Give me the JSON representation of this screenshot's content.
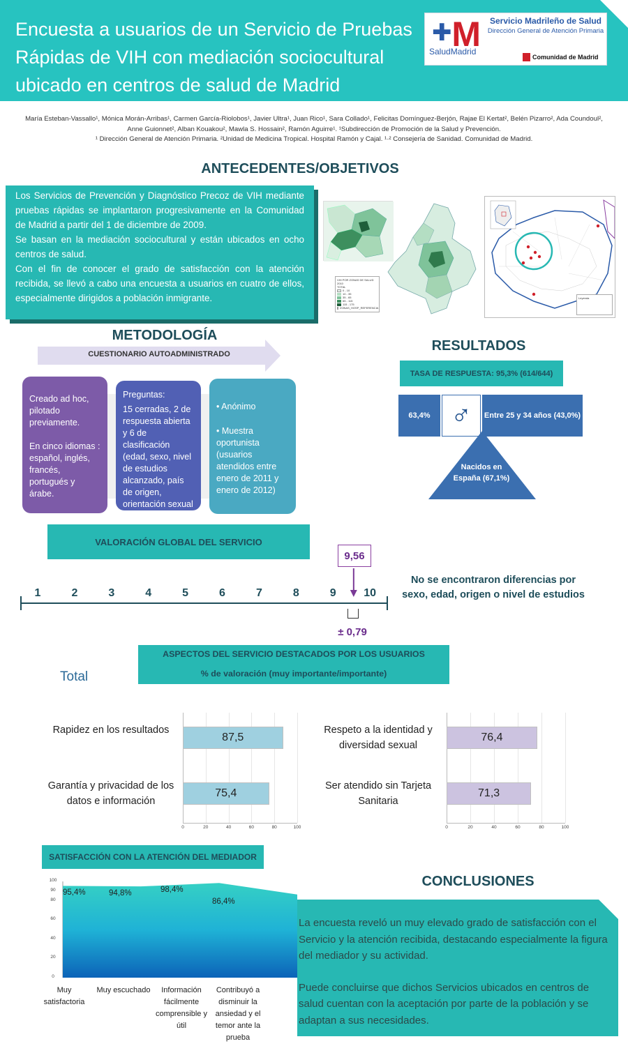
{
  "header": {
    "title": "Encuesta a usuarios de un Servicio de Pruebas Rápidas de VIH con mediación sociocultural ubicado en centros de salud de Madrid",
    "logo_brand": "SaludMadrid",
    "logo_service": "Servicio Madrileño de Salud",
    "logo_direction": "Dirección General de Atención Primaria",
    "logo_community": "Comunidad de Madrid"
  },
  "authors": {
    "line1": "María Esteban-Vassallo¹, Mónica Morán-Arribas¹, Carmen García-Riolobos¹, Javier Ultra¹, Juan Rico¹, Sara Collado¹, Felicitas Domínguez-Berjón, Rajae El Kertat², Belén Pizarro², Ada Coundoul²,",
    "line2": "Anne Guionnet², Alban Kouakou², Mawla S. Hossain², Ramón Aguirre¹. ¹Subdirección de Promoción de la Salud y Prevención.",
    "line3": "¹ Dirección General de Atención Primaria. ²Unidad de Medicina Tropical. Hospital Ramón y Cajal. ¹·² Consejería de Sanidad. Comunidad de Madrid."
  },
  "antecedentes": {
    "heading": "ANTECEDENTES/OBJETIVOS",
    "p1": "Los Servicios de Prevención y Diagnóstico Precoz de VIH mediante pruebas rápidas se implantaron progresivamente en la Comunidad de Madrid a partir del 1 de diciembre de 2009.",
    "p2": "Se basan en la mediación sociocultural y están ubicados en ocho centros de salud.",
    "p3": "Con el fin de conocer el grado de satisfacción con la atención recibida, se llevó a cabo una encuesta a usuarios en cuatro de ellos, especialmente dirigidos a población inmigrante.",
    "map_legend_title": "VIH POR ZONAS DE SALUD 2010",
    "map_legend_total": "TOTAL",
    "map_legend_items": [
      "0 - 10",
      "10 - 35",
      "35 - 65",
      "65 - 115",
      "115 - 175",
      "ZONAS_HOSP_REFERENCIA"
    ],
    "map2_legend_title": "Leyenda"
  },
  "metodologia": {
    "heading": "METODOLOGÍA",
    "arrow_label": "CUESTIONARIO AUTOADMINISTRADO",
    "box1_a": "Creado ad hoc, pilotado previamente.",
    "box1_b": "En cinco idiomas : español, inglés, francés, portugués y árabe.",
    "box2_a": "Preguntas:",
    "box2_b": "15 cerradas, 2 de respuesta abierta y 6 de clasificación (edad, sexo, nivel de estudios alcanzado, país de origen, orientación sexual y turno de atención).",
    "box3_a": "• Anónimo",
    "box3_b": "• Muestra oportunista (usuarios atendidos entre enero de 2011 y enero de 2012)"
  },
  "valoracion": {
    "label": "VALORACIÓN GLOBAL DEL SERVICIO",
    "scale": [
      "1",
      "2",
      "3",
      "4",
      "5",
      "6",
      "7",
      "8",
      "9",
      "10"
    ],
    "score": 9.56,
    "score_label": "9,56",
    "sd_label": "± 0,79",
    "note": "No se encontraron diferencias por sexo, edad, origen o nivel de estudios"
  },
  "resultados": {
    "heading": "RESULTADOS",
    "tasa": "TASA DE RESPUESTA: 95,3% (614/644)",
    "male_pct": "63,4%",
    "male_symbol": "♂",
    "age": "Entre 25 y 34 años (43,0%)",
    "born": "Nacidos en España (67,1%)"
  },
  "aspectos": {
    "title": "ASPECTOS DEL SERVICIO DESTACADOS POR LOS USUARIOS",
    "subtitle": "% de valoración (muy importante/importante)",
    "total_label": "Total"
  },
  "chart_data": [
    {
      "type": "bar",
      "orientation": "horizontal",
      "categories": [
        "Rapidez en los resultados",
        "Garantía y privacidad de los datos e información"
      ],
      "values": [
        87.5,
        75.4
      ],
      "value_labels": [
        "87,5",
        "75,4"
      ],
      "xlim": [
        0,
        100
      ],
      "xticks": [
        "0",
        "20",
        "40",
        "60",
        "80",
        "100"
      ],
      "color": "#9fd0e0"
    },
    {
      "type": "bar",
      "orientation": "horizontal",
      "categories": [
        "Respeto a la identidad y diversidad sexual",
        "Ser atendido sin Tarjeta Sanitaria"
      ],
      "values": [
        76.4,
        71.3
      ],
      "value_labels": [
        "76,4",
        "71,3"
      ],
      "xlim": [
        0,
        100
      ],
      "xticks": [
        "0",
        "20",
        "40",
        "60",
        "80",
        "100"
      ],
      "color": "#ccc3e0"
    },
    {
      "type": "area",
      "title": "SATISFACCIÓN CON LA ATENCIÓN DEL MEDIADOR",
      "categories": [
        "Muy satisfactoria",
        "Muy escuchado",
        "Información fácilmente comprensible y útil",
        "Contribuyó a disminuir la ansiedad y el temor ante la prueba"
      ],
      "values": [
        95.4,
        94.8,
        98.4,
        86.4
      ],
      "value_labels": [
        "95,4%",
        "94,8%",
        "98,4%",
        "86,4%"
      ],
      "ylim": [
        0,
        100
      ],
      "yticks": [
        "0",
        "20",
        "40",
        "60",
        "80",
        "90",
        "100"
      ]
    }
  ],
  "conclusiones": {
    "heading": "CONCLUSIONES",
    "p1": "La encuesta reveló un muy elevado grado de satisfacción con el Servicio y la atención recibida, destacando especialmente la figura del mediador y su actividad.",
    "p2": "Puede concluirse que dichos Servicios ubicados en centros de salud cuentan con la aceptación por parte de la población y se adaptan a sus necesidades."
  }
}
